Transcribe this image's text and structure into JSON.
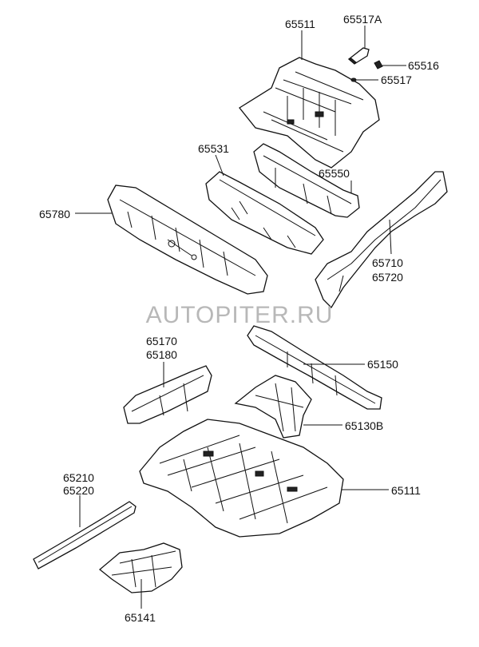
{
  "watermark": "AUTOPITER.RU",
  "parts": {
    "p65511": "65511",
    "p65517A": "65517A",
    "p65516": "65516",
    "p65517": "65517",
    "p65531": "65531",
    "p65550": "65550",
    "p65780": "65780",
    "p65710": "65710",
    "p65720": "65720",
    "p65170": "65170",
    "p65180": "65180",
    "p65150": "65150",
    "p65130B": "65130B",
    "p65111": "65111",
    "p65210": "65210",
    "p65220": "65220",
    "p65141": "65141"
  }
}
